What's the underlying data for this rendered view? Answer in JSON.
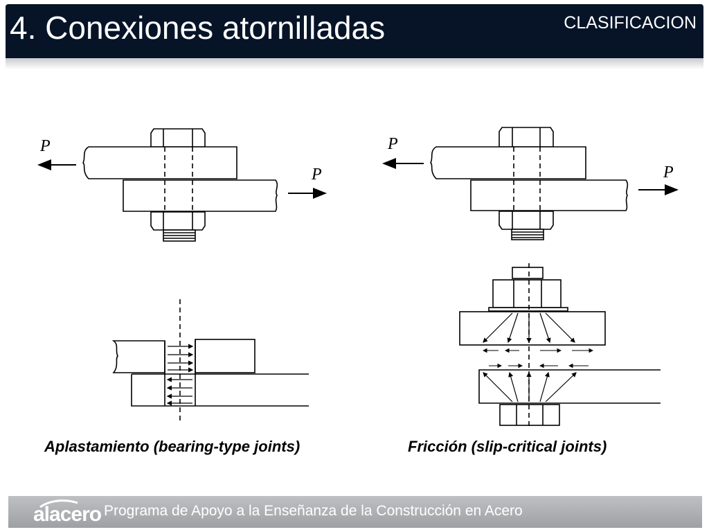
{
  "header": {
    "title": "4. Conexiones atornilladas",
    "section": "CLASIFICACION"
  },
  "diagrams": {
    "force_label": "P",
    "captions": {
      "left": "Aplastamiento (bearing-type joints)",
      "right": "Fricción (slip-critical joints)"
    }
  },
  "footer": {
    "logo": "alacero",
    "program": "Programa de Apoyo a la Enseñanza de la Construcción en Acero"
  },
  "colors": {
    "header_bg": "#071428",
    "footer_bg": "#a9abad"
  }
}
